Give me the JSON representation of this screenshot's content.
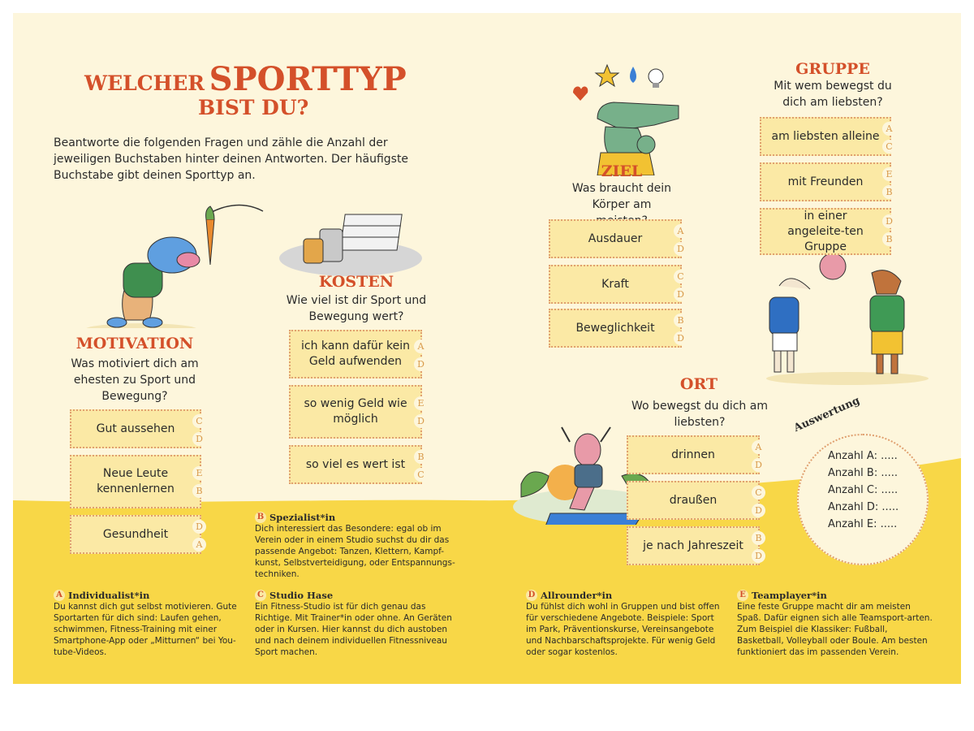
{
  "title": {
    "line1_small": "WELCHER",
    "line1_big": "SPORTTYP",
    "line2": "BIST DU?"
  },
  "intro": "Beantworte die folgenden Fragen und zähle die Anzahl der jeweiligen Buchstaben hinter deinen Antworten. Der häufigste Buchstabe gibt deinen Sporttyp an.",
  "colors": {
    "accent": "#d4502a",
    "yellow": "#f8d747",
    "cream": "#fdf6dc",
    "option_fill": "#fbe9a5",
    "option_border": "#e0a070"
  },
  "questions": {
    "motivation": {
      "heading": "MOTIVATION",
      "question": "Was motiviert dich am ehesten zu Sport und Bewegung?",
      "options": [
        {
          "label": "Gut aussehen",
          "letters": [
            "C",
            "D"
          ]
        },
        {
          "label": "Neue Leute kennenlernen",
          "letters": [
            "E",
            "B"
          ]
        },
        {
          "label": "Gesundheit",
          "letters": [
            "D",
            "A"
          ]
        }
      ]
    },
    "kosten": {
      "heading": "KOSTEN",
      "question": "Wie viel ist dir Sport und Bewegung wert?",
      "options": [
        {
          "label": "ich kann dafür kein Geld aufwenden",
          "letters": [
            "A",
            "D"
          ]
        },
        {
          "label": "so wenig Geld wie möglich",
          "letters": [
            "E",
            "D"
          ]
        },
        {
          "label": "so viel es wert ist",
          "letters": [
            "B",
            "C"
          ]
        }
      ]
    },
    "ziel": {
      "heading": "ZIEL",
      "question": "Was braucht dein Körper am meisten?",
      "options": [
        {
          "label": "Ausdauer",
          "letters": [
            "A",
            "D"
          ]
        },
        {
          "label": "Kraft",
          "letters": [
            "C",
            "D"
          ]
        },
        {
          "label": "Beweglichkeit",
          "letters": [
            "B",
            "D"
          ]
        }
      ]
    },
    "gruppe": {
      "heading": "GRUPPE",
      "question": "Mit wem bewegst du dich am liebsten?",
      "options": [
        {
          "label": "am liebsten alleine",
          "letters": [
            "A",
            "C"
          ]
        },
        {
          "label": "mit Freunden",
          "letters": [
            "E",
            "B"
          ]
        },
        {
          "label": "in einer angeleite-ten Gruppe",
          "letters": [
            "D",
            "B"
          ]
        }
      ]
    },
    "ort": {
      "heading": "ORT",
      "question": "Wo bewegst du dich am liebsten?",
      "options": [
        {
          "label": "drinnen",
          "letters": [
            "A",
            "D"
          ]
        },
        {
          "label": "draußen",
          "letters": [
            "C",
            "D"
          ]
        },
        {
          "label": "je nach Jahreszeit",
          "letters": [
            "B",
            "D"
          ]
        }
      ]
    }
  },
  "auswertung": {
    "title": "Auswertung",
    "lines": [
      "Anzahl A: .....",
      "Anzahl B: .....",
      "Anzahl C: .....",
      "Anzahl D: .....",
      "Anzahl E: ....."
    ]
  },
  "types": [
    {
      "letter": "A",
      "name": "Individualist*in",
      "text": "Du kannst dich gut selbst motivieren. Gute Sportarten für dich sind: Laufen gehen, schwimmen, Fitness-Training mit einer Smartphone-App oder „Mitturnen“ bei You-tube-Videos."
    },
    {
      "letter": "B",
      "name": "Spezialist*in",
      "text": "Dich interessiert das Besondere: egal ob im Verein oder in einem Studio suchst du dir das passende Angebot: Tanzen, Klettern, Kampf-kunst, Selbstverteidigung, oder Entspannungs-techniken."
    },
    {
      "letter": "C",
      "name": "Studio Hase",
      "text": "Ein Fitness-Studio ist für dich genau das Richtige. Mit Trainer*in oder ohne. An Geräten oder in Kursen. Hier kannst du dich austoben und nach deinem individuellen Fitnessniveau Sport machen."
    },
    {
      "letter": "D",
      "name": "Allrounder*in",
      "text": "Du fühlst dich wohl in Gruppen und bist offen für verschiedene Angebote. Beispiele: Sport im Park, Präventionskurse, Vereinsangebote und Nachbarschaftsprojekte. Für wenig Geld oder sogar kostenlos."
    },
    {
      "letter": "E",
      "name": "Teamplayer*in",
      "text": "Eine feste Gruppe macht dir am meisten Spaß. Dafür eignen sich alle Teamsport-arten. Zum Beispiel die Klassiker: Fußball, Basketball, Volleyball oder Boule. Am besten funktioniert das im passenden Verein."
    }
  ],
  "illustrations": [
    "hippo-carrot-illustration",
    "money-stack-illustration",
    "crocodile-thinking-illustration",
    "dogs-ball-illustration",
    "pig-yoga-illustration"
  ]
}
